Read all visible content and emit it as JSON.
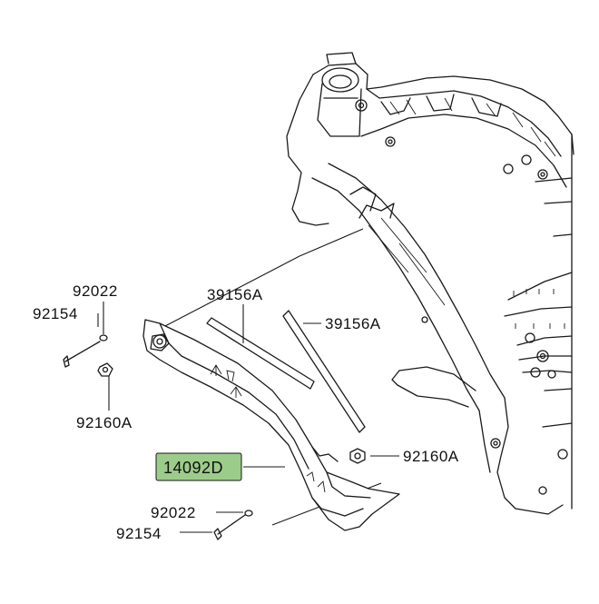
{
  "diagram": {
    "colors": {
      "line": "#1a1a1a",
      "highlight": "#9ccc8a",
      "background": "#ffffff"
    },
    "callouts": {
      "c1": "92022",
      "c2": "92154",
      "c3": "92160A",
      "c4": "39156A",
      "c5": "39156A",
      "c6": "14092D",
      "c7": "92160A",
      "c8": "92022",
      "c9": "92154"
    },
    "highlighted_part": "14092D"
  }
}
